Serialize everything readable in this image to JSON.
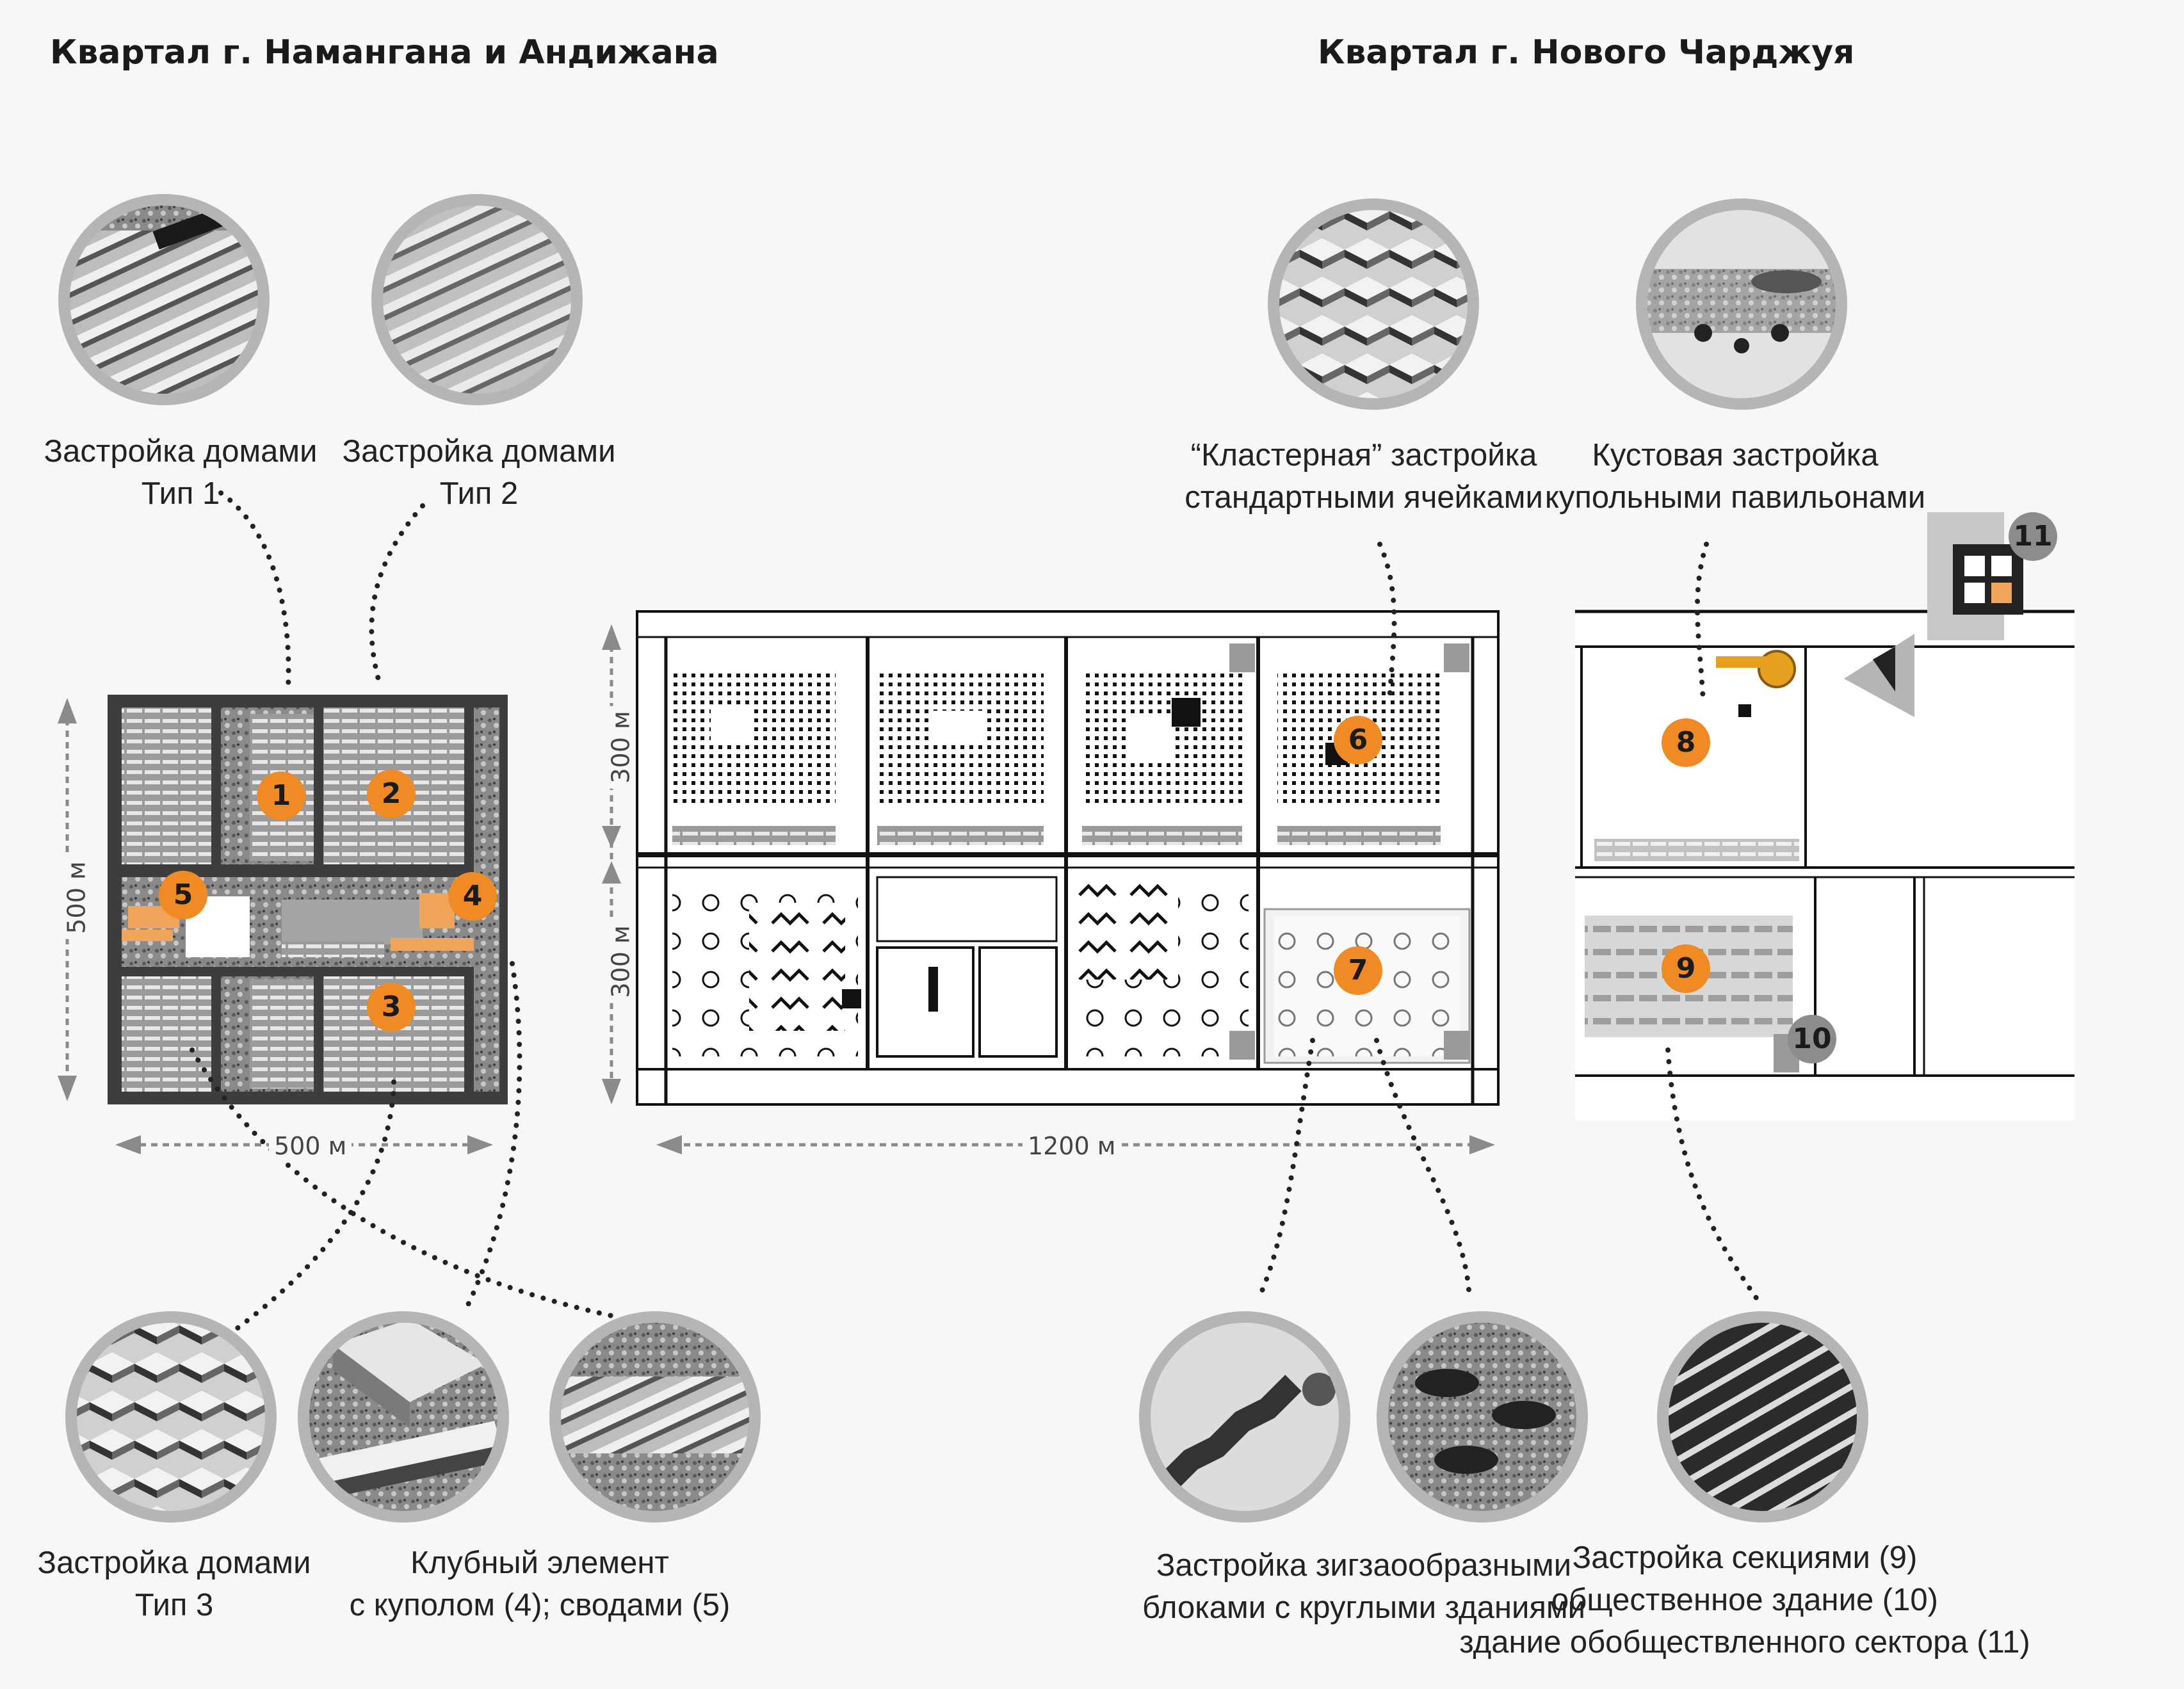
{
  "titles": {
    "left": "Квартал г. Намангана и Андижана",
    "right": "Квартал г. Нового Чарджуя"
  },
  "captions": {
    "type1": [
      "Застройка домами",
      "Тип 1"
    ],
    "type2": [
      "Застройка домами",
      "Тип 2"
    ],
    "type3": [
      "Застройка домами",
      "Тип 3"
    ],
    "club": [
      "Клубный элемент",
      "с куполом (4); сводами (5)"
    ],
    "cluster": [
      "“Кластерная” застройка",
      "стандартными ячейками"
    ],
    "bush": [
      "Кустовая застройка",
      "купольными павильонами"
    ],
    "zigzag": [
      "Застройка зигзаообразными",
      "блоками с круглыми зданиями"
    ],
    "sections": [
      "Застройка секциями (9)",
      "общественное здание (10)",
      "здание обобществленного сектора (11)"
    ]
  },
  "dimensions": {
    "left_height": "500 м",
    "left_width": "500 м",
    "mid_top": "300 м",
    "mid_bottom": "300 м",
    "mid_width": "1200 м"
  },
  "markers": [
    "1",
    "2",
    "3",
    "4",
    "5",
    "6",
    "7",
    "8",
    "9",
    "10",
    "11"
  ],
  "colors": {
    "accent": "#f08a24",
    "grey_marker": "#8c8c8c",
    "ring": "#b5b5b5"
  }
}
